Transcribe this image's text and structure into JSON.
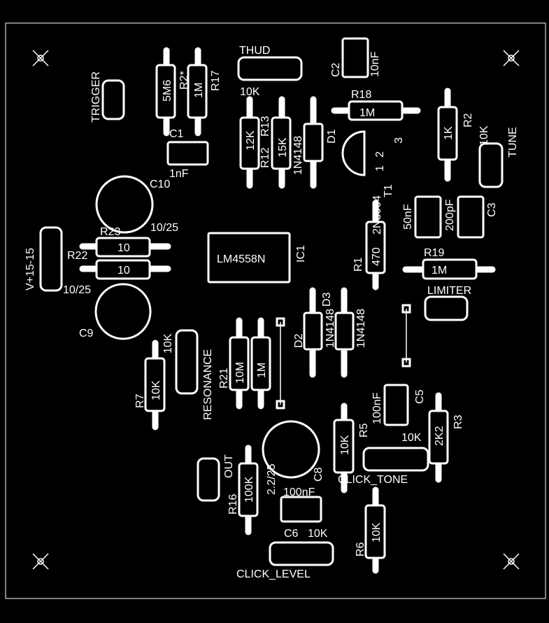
{
  "board": {
    "colors": {
      "background": "#000000",
      "silkscreen": "#ffffff"
    },
    "labels": {
      "trigger": "TRIGGER",
      "thud": "THUD",
      "thud_val": "10K",
      "r2s_val": "5M6",
      "r2s": "R2*",
      "r17_val": "1M",
      "r17": "R17",
      "c2": "C2",
      "c2_val": "10nF",
      "r18": "R18",
      "r18_val": "1M",
      "r2_val": "1K",
      "r2": "R2",
      "tune_val": "10K",
      "tune": "TUNE",
      "c1": "C1",
      "c1_val": "1nF",
      "r12_val": "12K",
      "r12": "R12",
      "r13": "R13",
      "r13_val": "15K",
      "d1_val": "1N4148",
      "d1": "D1",
      "t1": "T1",
      "t1_val": "2N3904",
      "t1_p1": "1",
      "t1_p2": "2",
      "t1_p3": "3",
      "c10": "C10",
      "c10_val": "10/25",
      "c4_val": "50nF",
      "c3_val": "200pF",
      "c3": "C3",
      "r23": "R23",
      "r23_val": "10",
      "r22": "R22",
      "r22_val": "10",
      "power": "V+15-15",
      "ic1_val": "LM4558N",
      "ic1": "IC1",
      "r1": "R1",
      "r1_val": "470",
      "r19": "R19",
      "r19_val": "1M",
      "c9_val": "10/25",
      "limiter": "LIMITER",
      "c9": "C9",
      "d2": "D2",
      "d3": "D3",
      "d2_val": "1N4148",
      "d3_val": "1N4148",
      "res_val": "10K",
      "r7": "R7",
      "r7_val": "10K",
      "resonance": "RESONANCE",
      "r21": "R21",
      "r21_val": "10M",
      "r20_val": "1M",
      "c5": "C5",
      "c5_val": "100nF",
      "r5": "R5",
      "r5_val": "10K",
      "click_tone_val": "10K",
      "r3_val": "2K2",
      "r3": "R3",
      "out": "OUT",
      "r16": "R16",
      "r16_val": "100K",
      "c8_val": "2.2/25",
      "c8": "C8",
      "c6_val": "100nF",
      "click_tone": "CLICK_TONE",
      "c6": "C6",
      "click_level_val": "10K",
      "r6": "R6",
      "r6_val": "10K",
      "click_level": "CLICK_LEVEL"
    }
  }
}
